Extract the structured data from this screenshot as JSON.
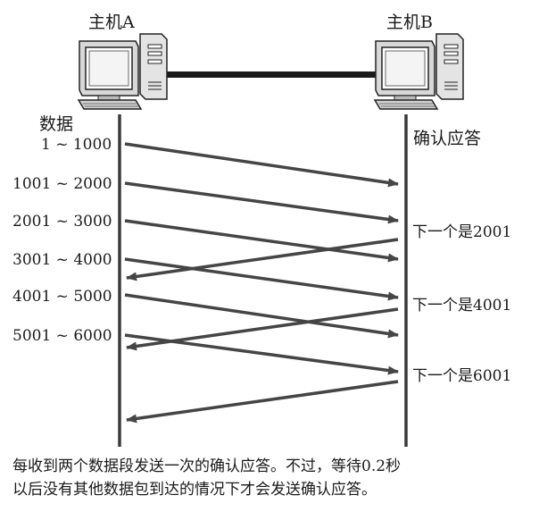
{
  "hosts": {
    "a": {
      "label": "主机A"
    },
    "b": {
      "label": "主机B"
    }
  },
  "columns": {
    "data_title": "数据",
    "ack_title": "确认应答"
  },
  "segments": [
    {
      "label": "1 ~ 1000"
    },
    {
      "label": "1001 ~ 2000"
    },
    {
      "label": "2001 ~ 3000"
    },
    {
      "label": "3001 ~ 4000"
    },
    {
      "label": "4001 ~ 5000"
    },
    {
      "label": "5001 ~ 6000"
    }
  ],
  "acks": [
    {
      "label": "下一个是2001"
    },
    {
      "label": "下一个是4001"
    },
    {
      "label": "下一个是6001"
    }
  ],
  "caption": {
    "line1": "每收到两个数据段发送一次的确认应答。不过，等待0.2秒",
    "line2": "以后没有其他数据包到达的情况下才会发送确认应答。"
  },
  "colors": {
    "line": "#3a3a3a",
    "arrow": "#454545"
  }
}
